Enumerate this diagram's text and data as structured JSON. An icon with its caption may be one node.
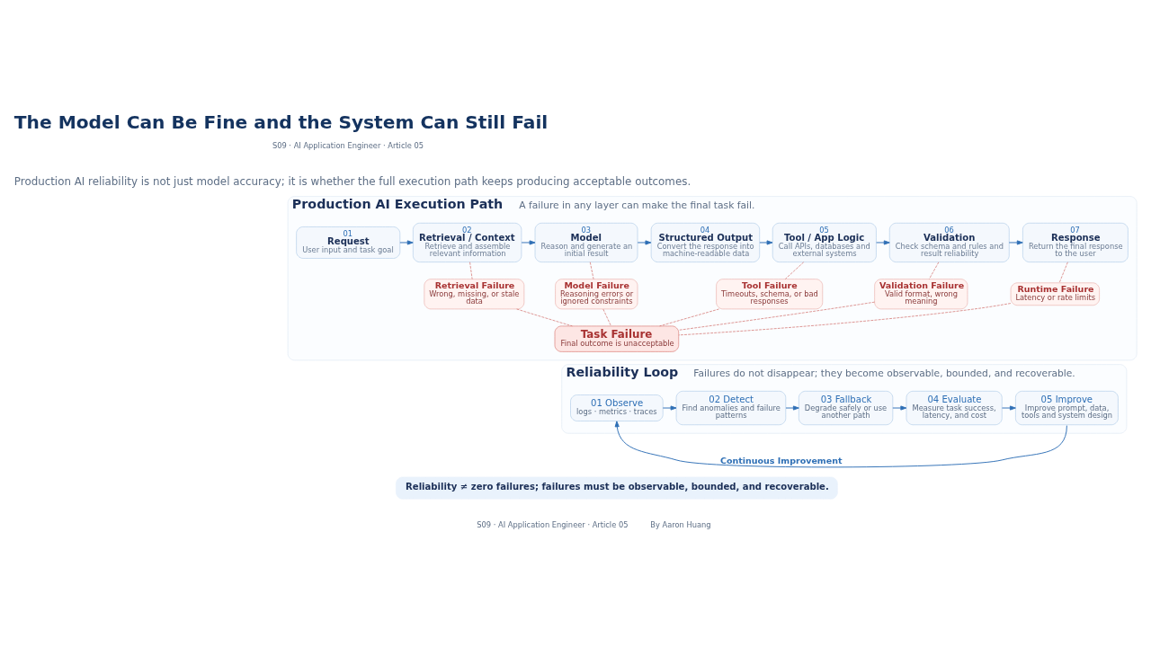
{
  "diagram": {
    "title": "The Model Can Be Fine and the System Can Still Fail",
    "nodes": [
      {
        "text": [
          "Production AI Execution Path",
          "A failure in any layer can make the final task fail."
        ]
      },
      {
        "text": [
          "01",
          "Request",
          "User input and task goal"
        ],
        "in": 0
      },
      {
        "text": [
          "02",
          "Retrieval / Context",
          "Retrieve and assemble relevant information"
        ],
        "in": 0
      },
      {
        "text": [
          "03",
          "Model",
          "Reason and generate an initial result"
        ],
        "in": 0
      },
      {
        "text": [
          "04",
          "Structured Output",
          "Convert the response into machine-readable data"
        ],
        "in": 0
      },
      {
        "text": [
          "05",
          "Tool / App Logic",
          "Call APIs, databases and external systems"
        ],
        "in": 0
      },
      {
        "text": [
          "06",
          "Validation",
          "Check schema and rules and result reliability"
        ],
        "in": 0
      },
      {
        "text": [
          "07",
          "Response",
          "Return the final response to the user"
        ],
        "in": 0
      },
      {
        "text": [
          "Retrieval Failure",
          "Wrong, missing, or stale data"
        ],
        "in": 0
      },
      {
        "text": [
          "Model Failure",
          "Reasoning errors or ignored constraints"
        ],
        "in": 0
      },
      {
        "text": [
          "Tool Failure",
          "Timeouts, schema, or bad responses"
        ],
        "in": 0
      },
      {
        "text": [
          "Validation Failure",
          "Valid format, wrong meaning"
        ],
        "in": 0
      },
      {
        "text": [
          "Runtime Failure",
          "Latency or rate limits"
        ],
        "in": 0
      },
      {
        "text": [
          "Task Failure",
          "Final outcome is unacceptable"
        ],
        "in": 0
      },
      {
        "text": [
          "Reliability Loop",
          "Failures do not disappear; they become observable, bounded, and recoverable."
        ]
      },
      {
        "text": [
          "01 Observe",
          "logs · metrics · traces"
        ],
        "in": 14
      },
      {
        "text": [
          "02 Detect",
          "Find anomalies and failure patterns"
        ],
        "in": 14
      },
      {
        "text": [
          "03 Fallback",
          "Degrade safely or use another path"
        ],
        "in": 14
      },
      {
        "text": [
          "04 Evaluate",
          "Measure task success, latency, and cost"
        ],
        "in": 14
      },
      {
        "text": [
          "05 Improve",
          "Improve prompt, data, tools and system design"
        ],
        "in": 14
      },
      {
        "text": [
          "Reliability ≠ zero failures; failures must be observable, bounded, and recoverable."
        ]
      }
    ],
    "edges": [
      {
        "from": 1,
        "to": 2,
        "arrow": "to"
      },
      {
        "from": 2,
        "to": 3,
        "arrow": "to"
      },
      {
        "from": 3,
        "to": 4,
        "arrow": "to"
      },
      {
        "from": 4,
        "to": 5,
        "arrow": "to"
      },
      {
        "from": 5,
        "to": 6,
        "arrow": "to"
      },
      {
        "from": 6,
        "to": 7,
        "arrow": "to"
      },
      {
        "from": 2,
        "to": 8,
        "arrow": "none",
        "style": "dashed",
        "color": "#c9524e"
      },
      {
        "from": 3,
        "to": 9,
        "arrow": "none",
        "style": "dashed",
        "color": "#c9524e"
      },
      {
        "from": 5,
        "to": 10,
        "arrow": "none",
        "style": "dashed",
        "color": "#c9524e"
      },
      {
        "from": 6,
        "to": 11,
        "arrow": "none",
        "style": "dashed",
        "color": "#c9524e"
      },
      {
        "from": 7,
        "to": 12,
        "arrow": "none",
        "style": "dashed",
        "color": "#c9524e"
      },
      {
        "from": 8,
        "to": 13,
        "arrow": "none",
        "style": "dashed",
        "color": "#c9524e"
      },
      {
        "from": 9,
        "to": 13,
        "arrow": "none",
        "style": "dashed",
        "color": "#c9524e"
      },
      {
        "from": 10,
        "to": 13,
        "arrow": "none",
        "style": "dashed",
        "color": "#c9524e"
      },
      {
        "from": 11,
        "to": 13,
        "arrow": "none",
        "style": "dashed",
        "color": "#c9524e"
      },
      {
        "from": 12,
        "to": 13,
        "arrow": "none",
        "style": "dashed",
        "color": "#c9524e"
      },
      {
        "from": 15,
        "to": 16,
        "arrow": "to"
      },
      {
        "from": 16,
        "to": 17,
        "arrow": "to"
      },
      {
        "from": 17,
        "to": 18,
        "arrow": "to"
      },
      {
        "from": 18,
        "to": 19,
        "arrow": "to"
      },
      {
        "from": 19,
        "to": 15,
        "arrow": "to",
        "label": "Continuous Improvement"
      }
    ],
    "labels": [
      "S09 · AI Application Engineer · Article 05",
      "Production AI reliability is not just model accuracy; it is whether the full execution path keeps producing acceptable outcomes.",
      "S09 · AI Application Engineer · Article 05",
      "By Aaron Huang"
    ]
  }
}
